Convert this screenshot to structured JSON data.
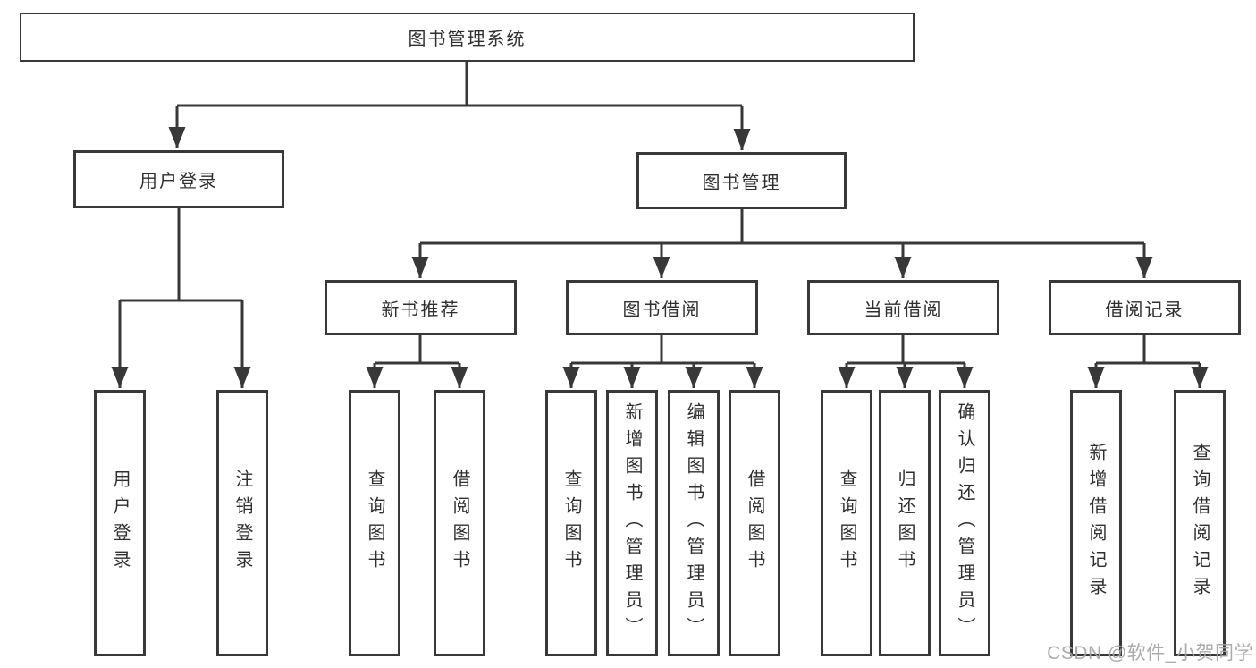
{
  "colors": {
    "line": "#383838",
    "box_border": "#383838",
    "text": "#2f2f2f",
    "watermark": "#a3a3a3",
    "background": "#ffffff"
  },
  "root": {
    "label": "图书管理系统"
  },
  "level2": {
    "user_login": "用户登录",
    "book_mgmt": "图书管理"
  },
  "level3": {
    "new_books": "新书推荐",
    "book_borrow": "图书借阅",
    "current_borrow": "当前借阅",
    "borrow_records": "借阅记录"
  },
  "leaves": {
    "user_login": "用户登录",
    "logout": "注销登录",
    "nb_query_books": "查询图书",
    "nb_borrow_books": "借阅图书",
    "bb_query_books": "查询图书",
    "bb_add_books": "新增图书（管理员）",
    "bb_edit_books": "编辑图书（管理员）",
    "bb_borrow_books": "借阅图书",
    "cb_query_books": "查询图书",
    "cb_return_books": "归还图书",
    "cb_confirm_return": "确认归还（管理员）",
    "br_add_record": "新增借阅记录",
    "br_query_record": "查询借阅记录"
  },
  "watermark": "CSDN @软件_小贺同学"
}
